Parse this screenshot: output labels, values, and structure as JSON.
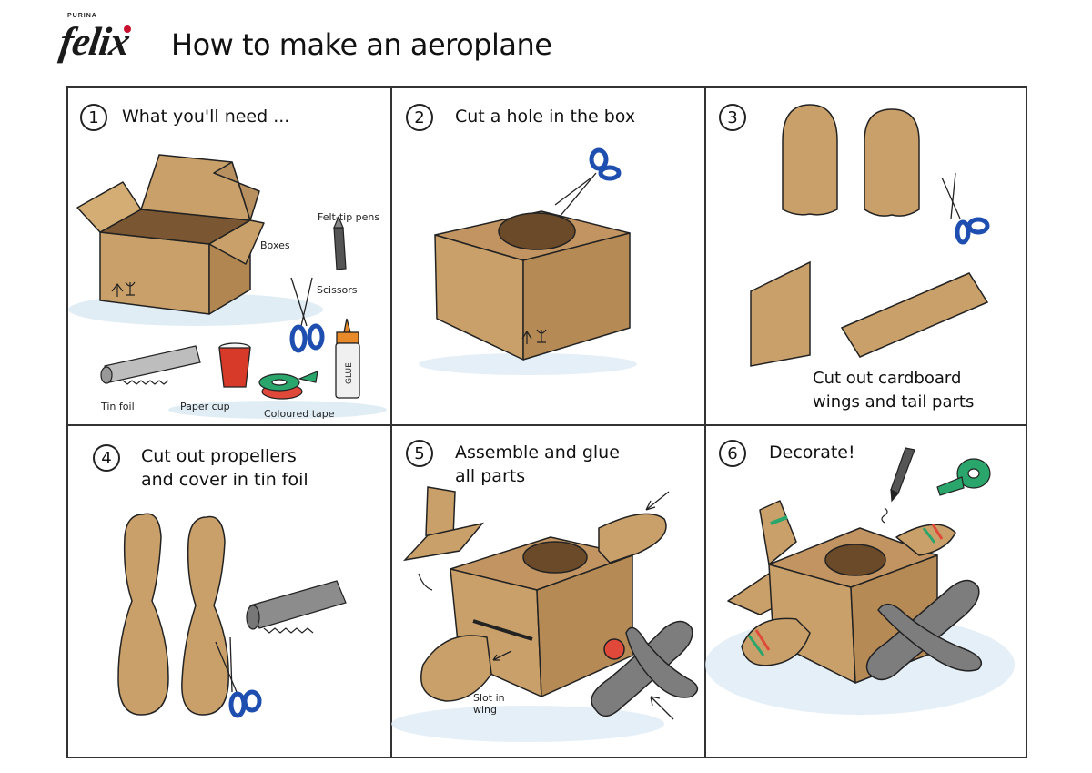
{
  "brand": {
    "maker": "PURINA",
    "name": "felix"
  },
  "page": {
    "title": "How to make an aeroplane"
  },
  "colors": {
    "cardboard": "#c9a06a",
    "cardboard_dark": "#a87d45",
    "outline": "#222222",
    "scissors": "#2358b8",
    "shadow": "#cfe2f0",
    "foil": "#b0b0b0",
    "cup": "#d83a2a",
    "tape_green": "#2aa56b",
    "tape_red": "#e0483a",
    "glue": "#e88a2a"
  },
  "steps": [
    {
      "number": "1",
      "text": "What you'll need ..."
    },
    {
      "number": "2",
      "text": "Cut a hole in the box"
    },
    {
      "number": "3",
      "text": ""
    },
    {
      "number": "4",
      "text": "Cut out propellers\nand cover in tin foil"
    },
    {
      "number": "5",
      "text": "Assemble and glue\nall parts"
    },
    {
      "number": "6",
      "text": "Decorate!"
    }
  ],
  "materials": {
    "boxes": "Boxes",
    "pens": "Felt-tip pens",
    "scissors": "Scissors",
    "foil": "Tin foil",
    "cup": "Paper cup",
    "tape": "Coloured tape",
    "glue": "GLUE"
  },
  "panel3_caption": "Cut out cardboard\nwings and tail parts",
  "panel5_label": "Slot in\nwing"
}
